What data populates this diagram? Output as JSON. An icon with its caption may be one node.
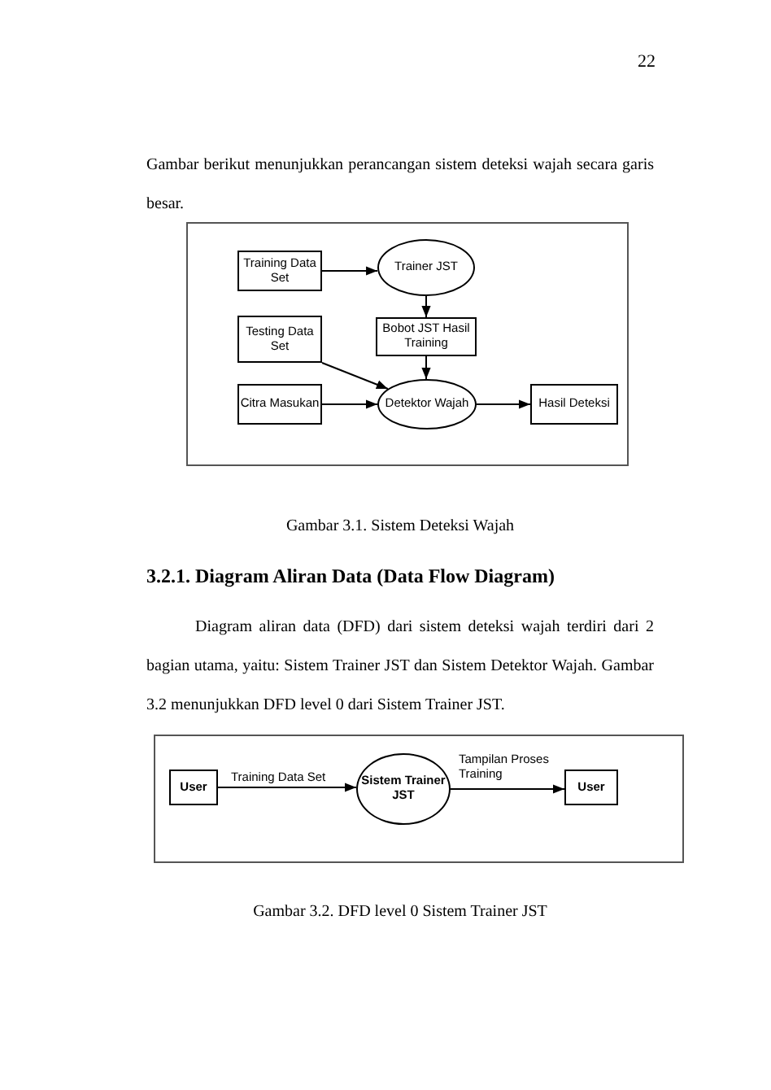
{
  "diagram": {
    "nodes": [
      {
        "text": [
          "Training Data Set"
        ]
      },
      {
        "text": [
          "Trainer JST"
        ]
      },
      {
        "text": [
          "Testing Data Set"
        ]
      },
      {
        "text": [
          "Bobot JST Hasil Training"
        ]
      },
      {
        "text": [
          "Citra Masukan"
        ]
      },
      {
        "text": [
          "Detektor Wajah"
        ]
      },
      {
        "text": [
          "Hasil Deteksi"
        ]
      },
      {
        "text": [
          "User"
        ]
      },
      {
        "text": [
          "Sistem Trainer JST"
        ]
      },
      {
        "text": [
          "User"
        ]
      }
    ],
    "edges": [
      {
        "from": 0,
        "to": 1,
        "arrow": "to"
      },
      {
        "from": 1,
        "to": 3,
        "arrow": "to"
      },
      {
        "from": 2,
        "to": 5,
        "arrow": "to"
      },
      {
        "from": 3,
        "to": 5,
        "arrow": "to"
      },
      {
        "from": 4,
        "to": 5,
        "arrow": "to"
      },
      {
        "from": 5,
        "to": 6,
        "arrow": "to"
      },
      {
        "from": 7,
        "to": 8,
        "label": "Training Data Set",
        "arrow": "to"
      },
      {
        "from": 8,
        "to": 9,
        "label": "Tampilan Proses Training",
        "arrow": "to"
      }
    ],
    "labels": [
      "22",
      "Gambar berikut menunjukkan perancangan sistem deteksi wajah secara garis besar.",
      "Gambar 3.1. Sistem Deteksi Wajah",
      "3.2.1. Diagram Aliran Data (Data Flow Diagram)",
      "Diagram aliran data (DFD) dari sistem deteksi wajah terdiri dari 2 bagian utama, yaitu: Sistem Trainer JST dan Sistem Detektor Wajah. Gambar 3.2 menunjukkan DFD level 0 dari Sistem Trainer JST.",
      "Gambar 3.2. DFD level 0 Sistem Trainer JST"
    ]
  }
}
